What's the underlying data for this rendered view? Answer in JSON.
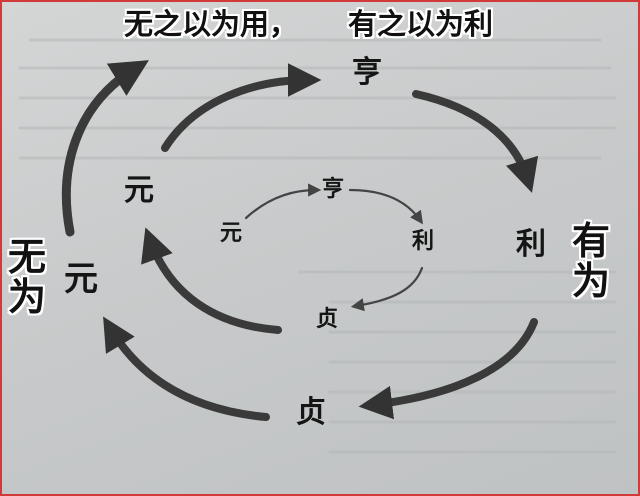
{
  "title": {
    "left": "无之以为用，",
    "right": "有之以为利"
  },
  "side_labels": {
    "left": "无为",
    "right": "有为"
  },
  "cycles": {
    "outer": {
      "yuan": "元"
    },
    "middle": {
      "yuan": "元",
      "heng": "亨",
      "li": "利",
      "zhen": "贞"
    },
    "inner": {
      "yuan": "元",
      "heng": "亨",
      "li": "利",
      "zhen": "贞"
    }
  },
  "colors": {
    "arrow": "#3a3a3a",
    "frame": "#d23a3a",
    "text": "#151515"
  }
}
